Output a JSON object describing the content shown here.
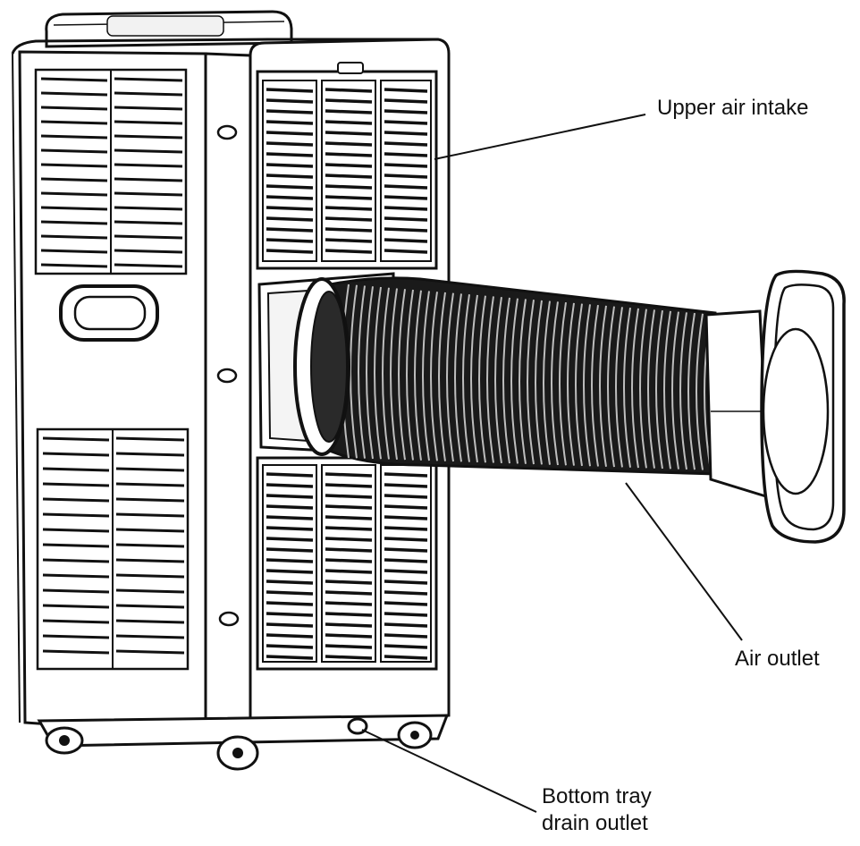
{
  "labels": {
    "upper_air_intake": "Upper air intake",
    "air_outlet": "Air outlet",
    "bottom_tray_line1": "Bottom tray",
    "bottom_tray_line2": "drain outlet"
  },
  "colors": {
    "line": "#111111",
    "fill": "#ffffff",
    "hose": "#1a1a1a",
    "grille_shade": "#dddddd"
  }
}
